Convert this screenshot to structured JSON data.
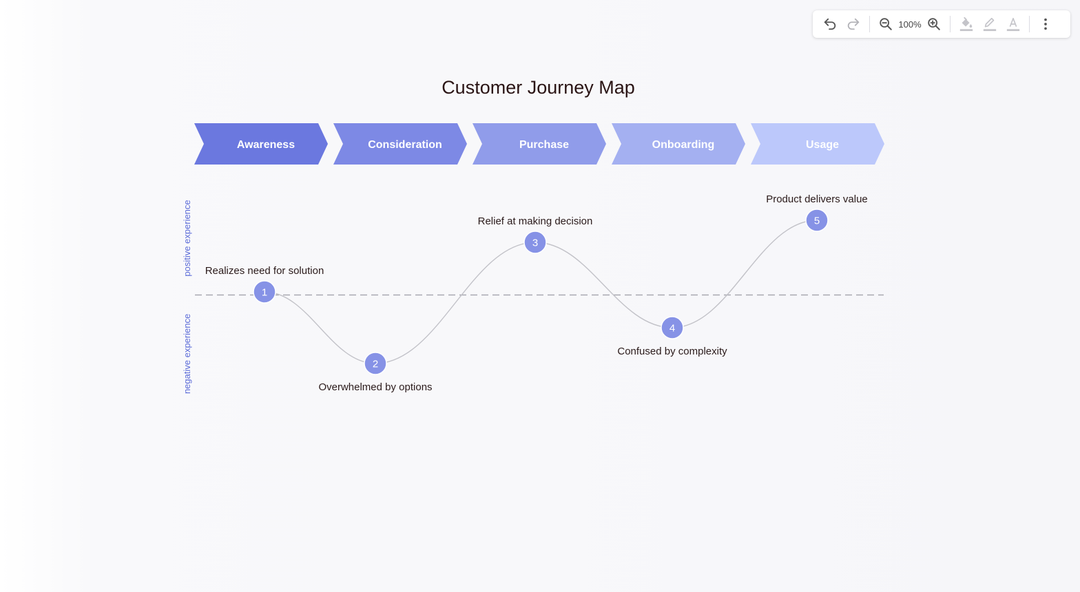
{
  "title": "Customer Journey Map",
  "toolbar": {
    "zoom_label": "100%",
    "icons": [
      "undo-icon",
      "redo-icon",
      "zoom-out-icon",
      "zoom-in-icon",
      "fill-color-icon",
      "line-color-icon",
      "text-color-icon",
      "more-vert-icon"
    ]
  },
  "stages": [
    {
      "label": "Awareness",
      "color": "#6b78df"
    },
    {
      "label": "Consideration",
      "color": "#7d89e5"
    },
    {
      "label": "Purchase",
      "color": "#909cea"
    },
    {
      "label": "Onboarding",
      "color": "#a4b0f1"
    },
    {
      "label": "Usage",
      "color": "#bcc8fb"
    }
  ],
  "axis": {
    "positive": "positive experience",
    "negative": "negative experience"
  },
  "points": [
    {
      "num": "1",
      "label": "Realizes need for solution",
      "position": "above"
    },
    {
      "num": "2",
      "label": "Overwhelmed by options",
      "position": "below"
    },
    {
      "num": "3",
      "label": "Relief at making decision",
      "position": "above"
    },
    {
      "num": "4",
      "label": "Confused by complexity",
      "position": "below"
    },
    {
      "num": "5",
      "label": "Product delivers value",
      "position": "above"
    }
  ],
  "colors": {
    "point_fill": "#8692e6",
    "curve": "#c2c2c8",
    "baseline": "#a8a8b0",
    "axis_text": "#5b6bd8"
  }
}
